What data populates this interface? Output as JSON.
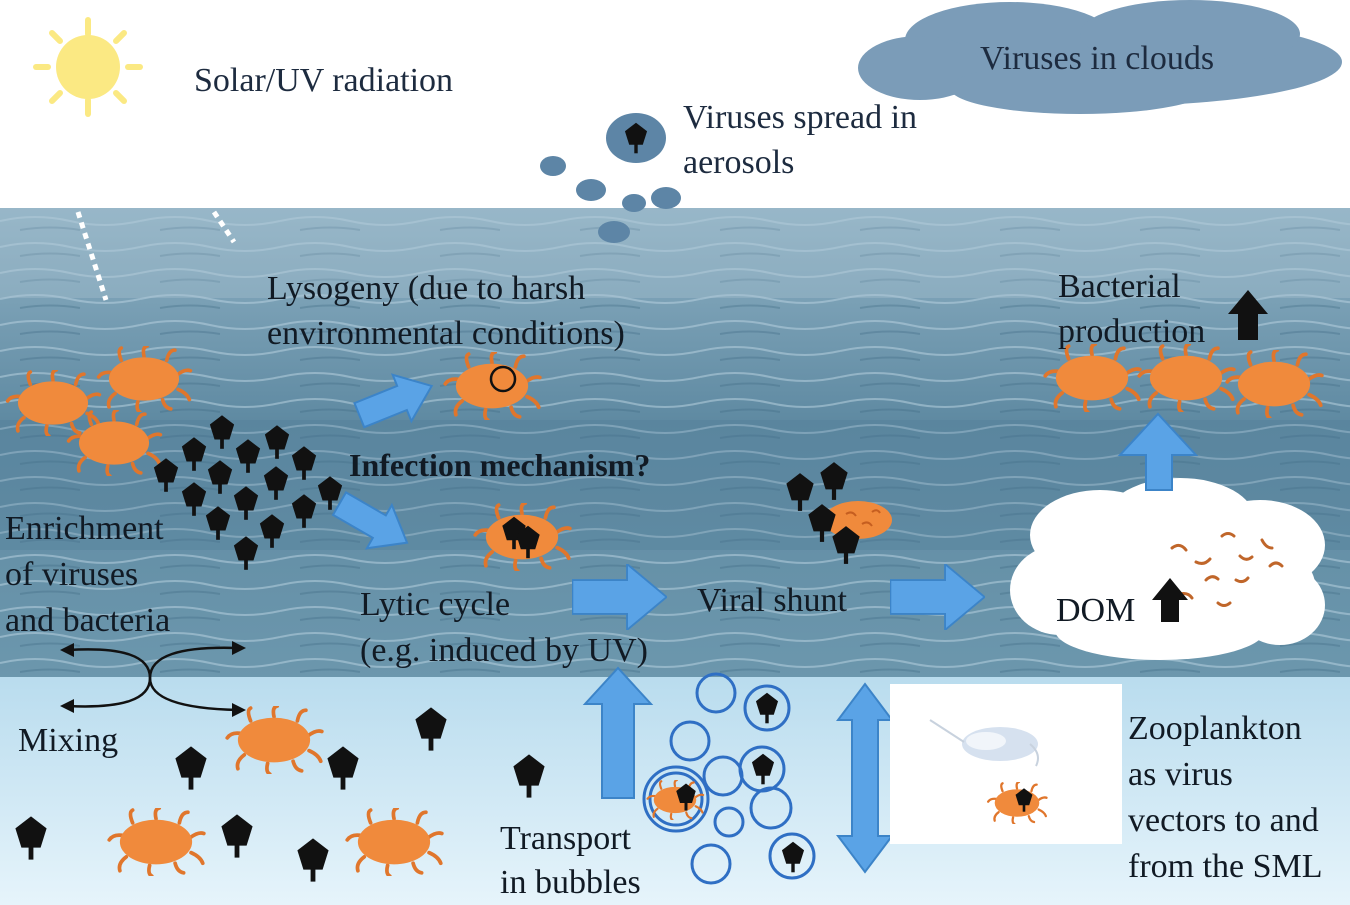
{
  "labels": {
    "solar": "Solar/UV radiation",
    "clouds": "Viruses in clouds",
    "aerosols_1": "Viruses spread in",
    "aerosols_2": "aerosols",
    "lysogeny_1": "Lysogeny (due to harsh",
    "lysogeny_2": "environmental conditions)",
    "infection": "Infection mechanism?",
    "bacterial_1": "Bacterial",
    "bacterial_2": "production",
    "enrichment_1": "Enrichment",
    "enrichment_2": "of viruses",
    "enrichment_3": "and bacteria",
    "lytic_1": "Lytic cycle",
    "lytic_2": "(e.g. induced by UV)",
    "viral_shunt": "Viral shunt",
    "dom": "DOM",
    "mixing": "Mixing",
    "transport_1": "Transport",
    "transport_2": "in bubbles",
    "zoo_1": "Zooplankton",
    "zoo_2": "as virus",
    "zoo_3": "vectors to and",
    "zoo_4": "from the SML"
  },
  "colors": {
    "sky": "#ffffff",
    "sea_top": "#8fb1c4",
    "sea_bottom": "#dbeef8",
    "cloud": "#7b9cb8",
    "arrow": "#5aa3e6",
    "bacterium": "#f08a3c",
    "virus": "#111111",
    "sun": "#fbe983",
    "bubble": "#2f6fc4"
  },
  "icons": [
    "sun-icon",
    "cloud-icon",
    "virus-icon",
    "bacterium-icon",
    "bubble-icon",
    "zooplankton-icon",
    "up-arrow-icon",
    "block-arrow-icon"
  ]
}
